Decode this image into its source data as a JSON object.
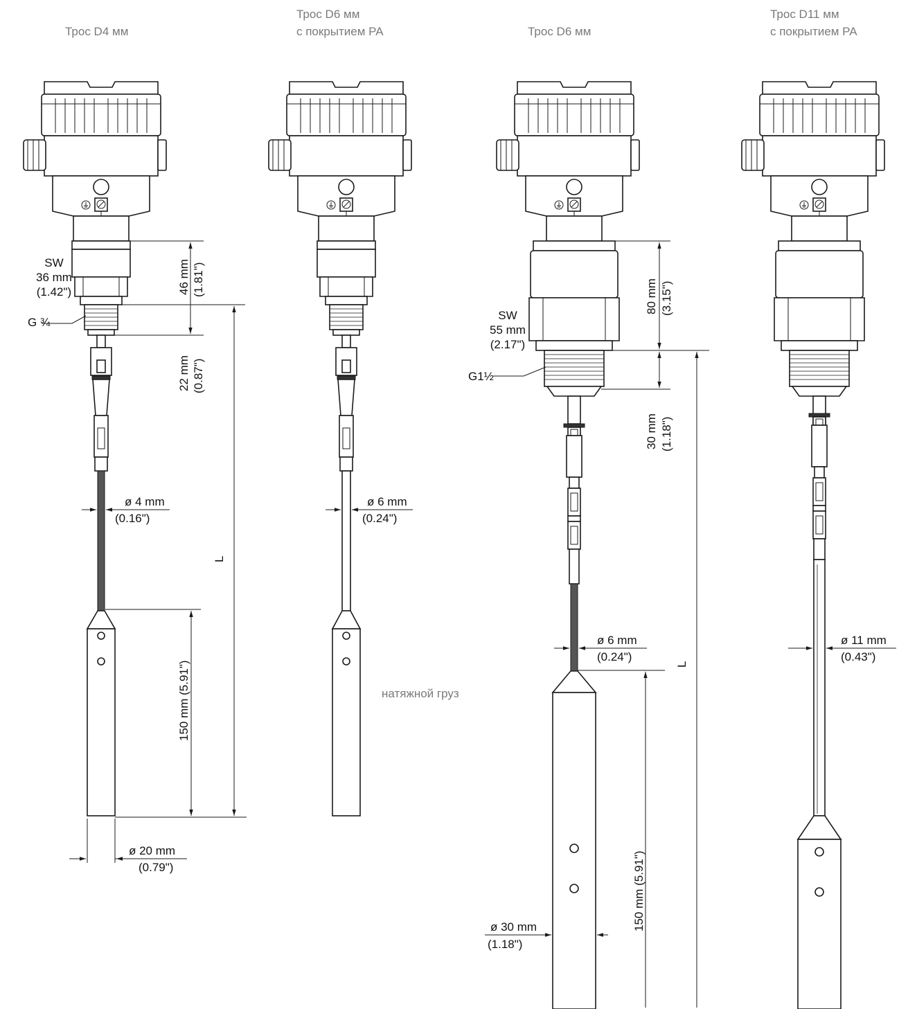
{
  "colors": {
    "line": "#1a1a1a",
    "title_text": "#7a7a7a",
    "dim_text": "#111111"
  },
  "probes": [
    {
      "title_line1": "Трос D4 мм",
      "title_line2": ""
    },
    {
      "title_line1": "Трос D6 мм",
      "title_line2": "с покрытием PA"
    },
    {
      "title_line1": "Трос D6 мм",
      "title_line2": ""
    },
    {
      "title_line1": "Трос D11 мм",
      "title_line2": "с покрытием PA"
    }
  ],
  "probe1": {
    "sw_line1": "SW",
    "sw_line2": "36 mm",
    "sw_line3": "(1.42\")",
    "thread": "G ¾",
    "h46_mm": "46 mm",
    "h46_in": "(1.81\")",
    "h22_mm": "22 mm",
    "h22_in": "(0.87\")",
    "cable_mm": "ø 4 mm",
    "cable_in": "(0.16\")",
    "length": "L",
    "weight_len": "150 mm (5.91\")",
    "weight_d_mm": "ø 20 mm",
    "weight_d_in": "(0.79\")"
  },
  "probe2": {
    "cable_mm": "ø 6 mm",
    "cable_in": "(0.24\")",
    "weight_label": "натяжной груз"
  },
  "probe3": {
    "sw_line1": "SW",
    "sw_line2": "55 mm",
    "sw_line3": "(2.17\")",
    "thread": "G1½",
    "h80_mm": "80 mm",
    "h80_in": "(3.15\")",
    "h30_mm": "30 mm",
    "h30_in": "(1.18\")",
    "cable_mm": "ø 6 mm",
    "cable_in": "(0.24\")",
    "length": "L",
    "weight_len": "150 mm (5.91\")",
    "weight_d_mm": "ø 30 mm",
    "weight_d_in": "(1.18\")"
  },
  "probe4": {
    "cable_mm": "ø 11 mm",
    "cable_in": "(0.43\")"
  }
}
